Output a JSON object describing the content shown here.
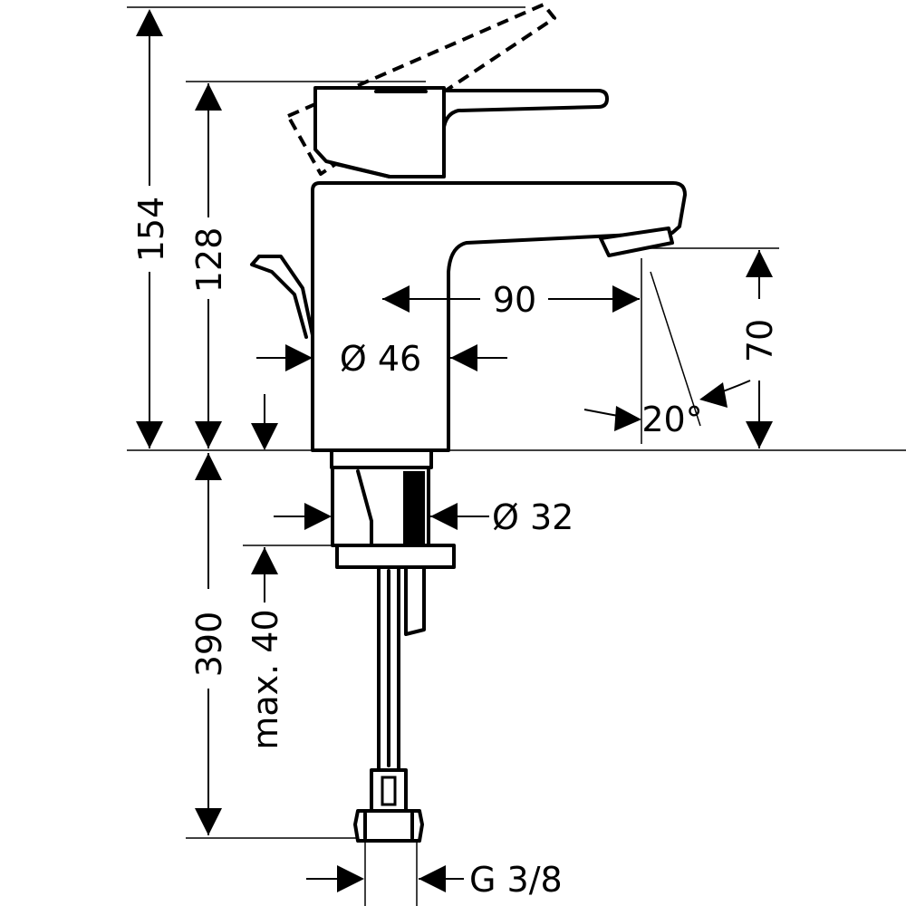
{
  "dimensions": {
    "total_height": "154",
    "spout_height": "128",
    "spout_reach": "90",
    "body_diameter": "Ø 46",
    "outlet_height": "70",
    "jet_angle": "20°",
    "shank_diameter": "Ø 32",
    "hose_length": "390",
    "max_thickness": "max. 40",
    "connection": "G 3/8"
  }
}
